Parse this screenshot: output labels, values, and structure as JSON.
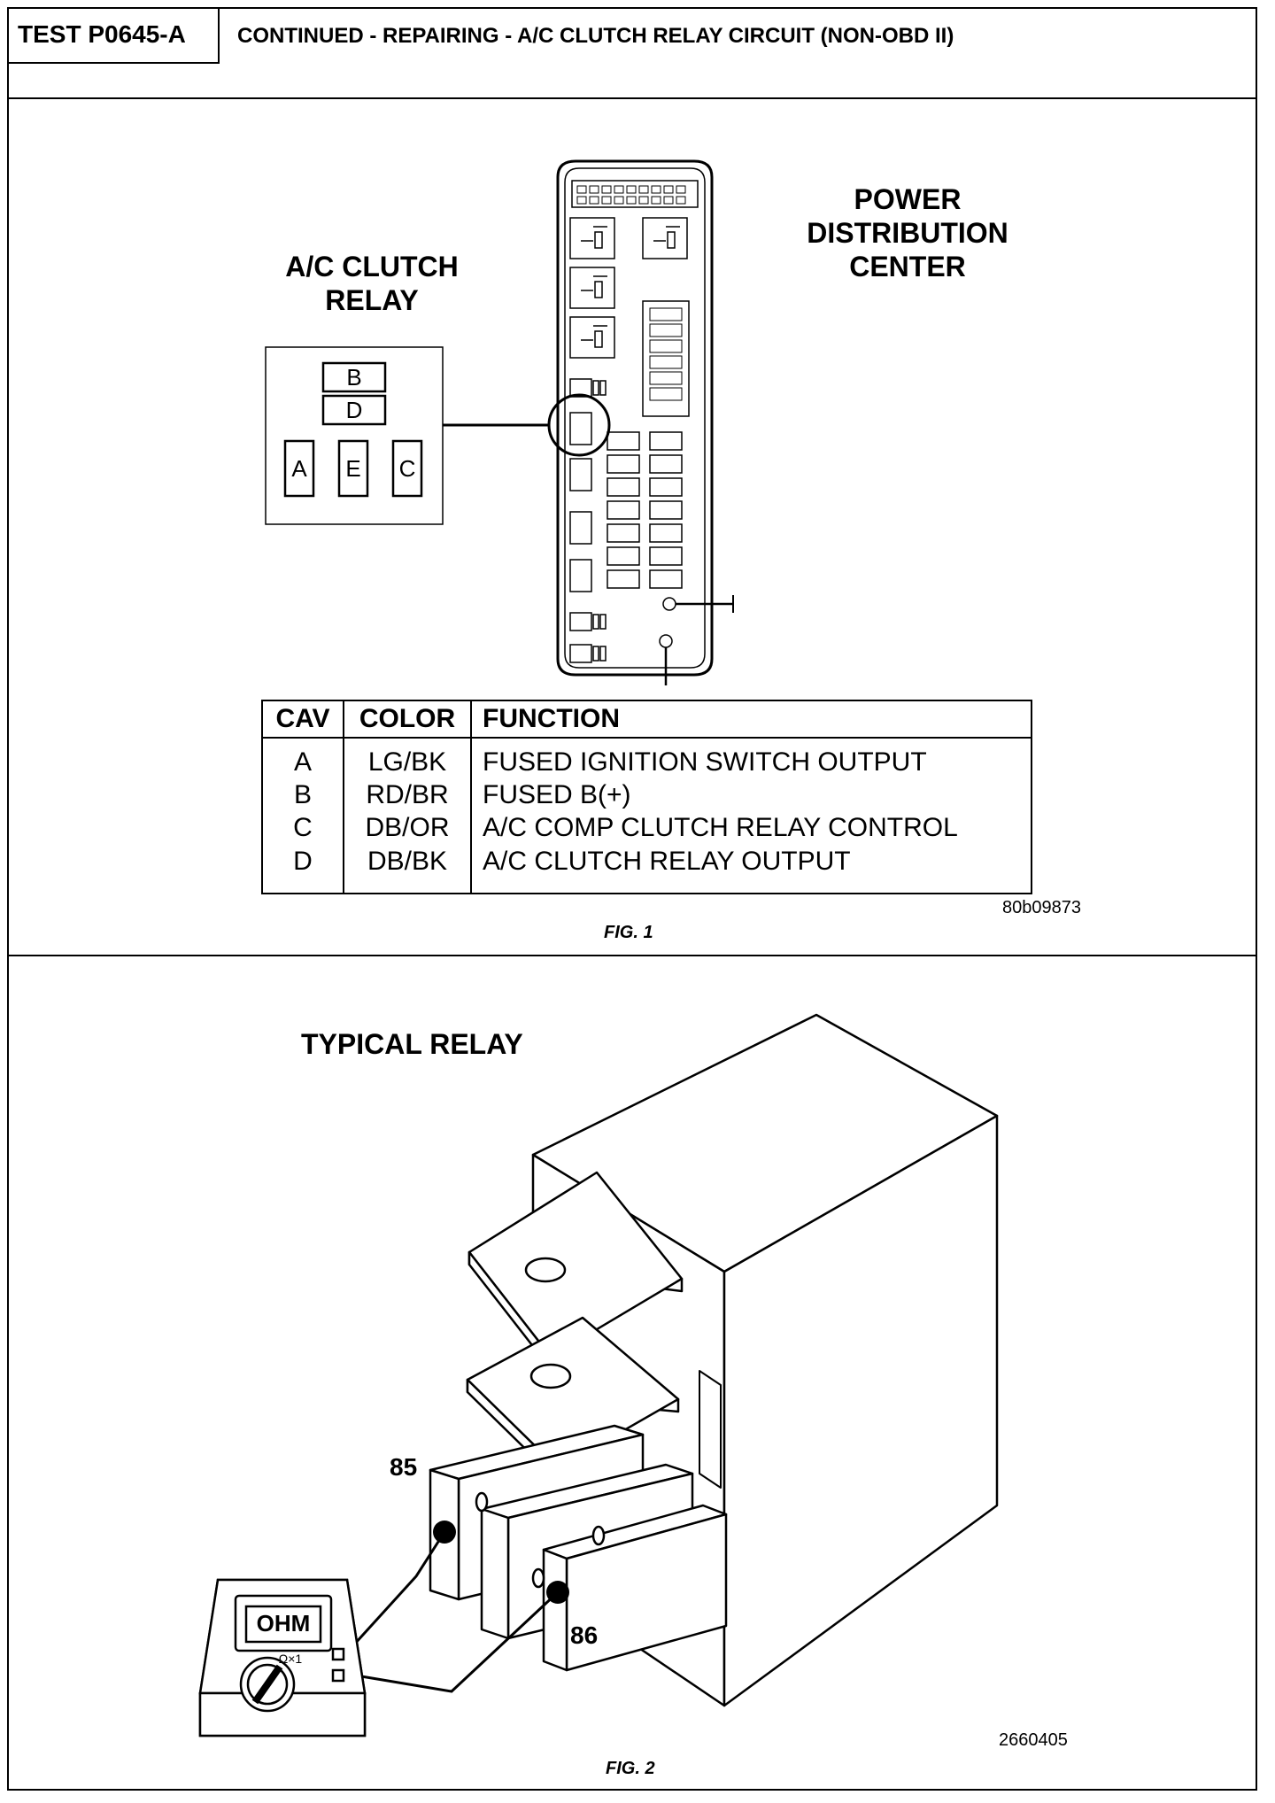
{
  "header": {
    "test_id": "TEST P0645-A",
    "title": "CONTINUED - REPAIRING - A/C CLUTCH RELAY CIRCUIT (NON-OBD II)"
  },
  "figure1": {
    "relay_title": "A/C CLUTCH\nRELAY",
    "pdc_title": "POWER\nDISTRIBUTION\nCENTER",
    "relay_cavities": {
      "top": [
        "B",
        "D"
      ],
      "bottom": [
        "A",
        "E",
        "C"
      ]
    },
    "table": {
      "headers": [
        "CAV",
        "COLOR",
        "FUNCTION"
      ],
      "rows": [
        {
          "cav": "A",
          "color": "LG/BK",
          "function": "FUSED IGNITION SWITCH OUTPUT"
        },
        {
          "cav": "B",
          "color": "RD/BR",
          "function": "FUSED B(+)"
        },
        {
          "cav": "C",
          "color": "DB/OR",
          "function": "A/C COMP CLUTCH RELAY CONTROL"
        },
        {
          "cav": "D",
          "color": "DB/BK",
          "function": "A/C CLUTCH RELAY OUTPUT"
        }
      ]
    },
    "code": "80b09873",
    "caption": "FIG. 1"
  },
  "figure2": {
    "title": "TYPICAL RELAY",
    "terminal_85": "85",
    "terminal_86": "86",
    "meter_display": "OHM",
    "meter_scale": "Ω×1",
    "code": "2660405",
    "caption": "FIG. 2"
  }
}
